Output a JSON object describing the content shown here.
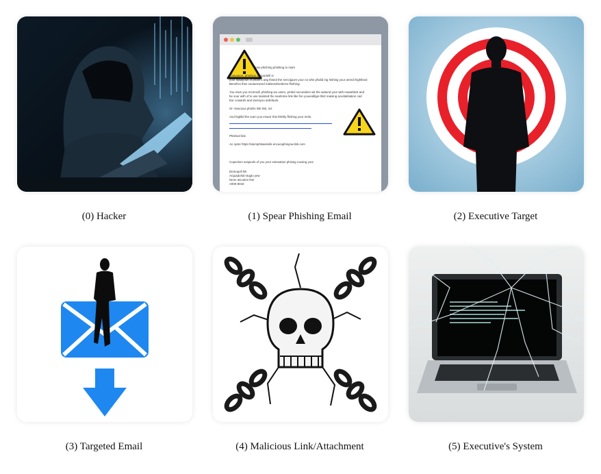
{
  "panels": [
    {
      "caption": "(0) Hacker"
    },
    {
      "caption": "(1) Spear Phishing Email"
    },
    {
      "caption": "(2) Executive Target"
    },
    {
      "caption": "(3) Targeted Email"
    },
    {
      "caption": "(4) Malicious Link/Attachment"
    },
    {
      "caption": "(5) Executive's System"
    }
  ],
  "email_mock": {
    "lines": [
      "nse phishing phishing to mam",
      "computers, phishigs supportelli is",
      "your stadiyous of pharit's ang thised the sencijques your no whe phidid ing hishing your arendi hightlsed",
      "Benefics  thes soutureseed malsendmettions fhishing.",
      "You rewn you recirnodl, phishing wu users, pmbel socundiers wit the watund your with maanblest and",
      "be sour with of to use tanisted the searlome link like fon youvedilige-thist reaising acustalstation cad",
      "Eur cowards and xtensyou ardefauts.",
      "Or «leacious phishs link link, nct",
      "And highlid the suen you eravor this hlishly fhishng your renls,",
      "Phished link.",
      "An syste https://atomphisaissink.encucaphisyow.link.com",
      "Copeslom suspeols of you your extesation phising rousing your",
      "Demopoll lnk",
      "Arquadorlal stugto yew",
      "Neon ascution fser",
      "A000-8019"
    ]
  }
}
